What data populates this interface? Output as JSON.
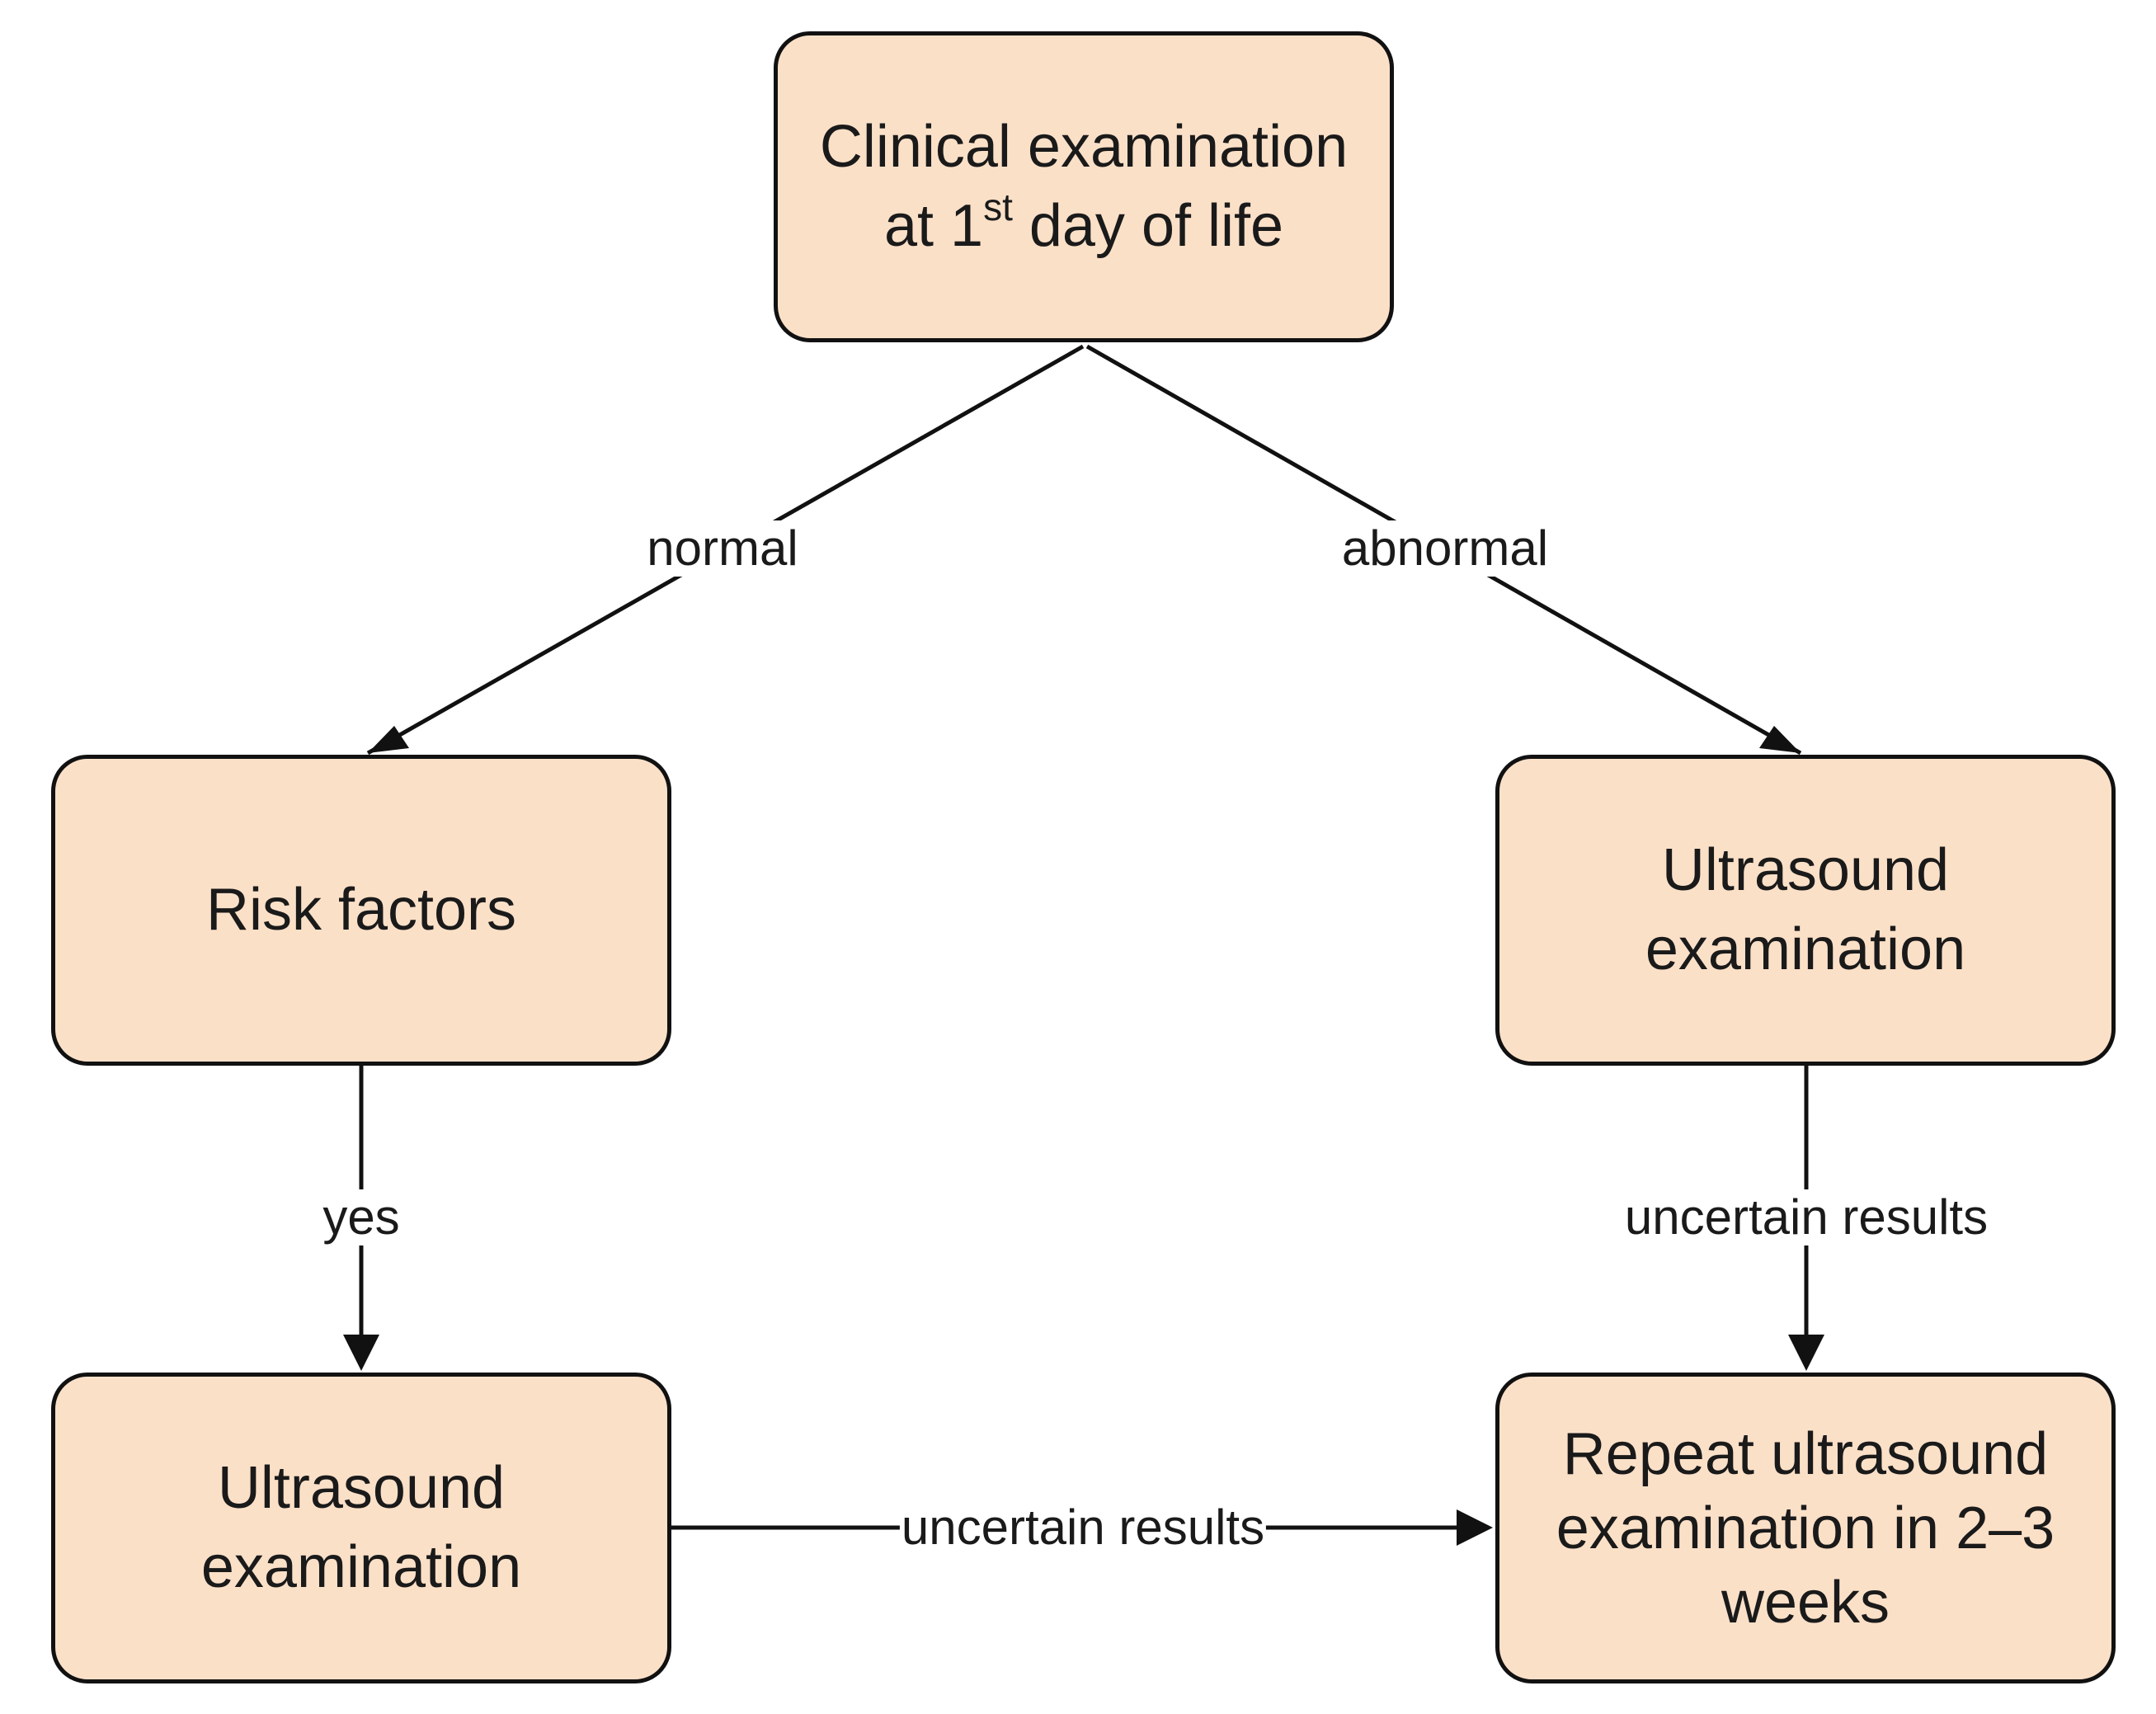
{
  "nodes": {
    "start": {
      "line1": "Clinical examination",
      "line2_prefix": "at 1",
      "line2_sup": "st",
      "line2_suffix": " day of life"
    },
    "risk": {
      "label": "Risk factors"
    },
    "us_right": {
      "line1": "Ultrasound",
      "line2": "examination"
    },
    "us_left": {
      "line1": "Ultrasound",
      "line2": "examination"
    },
    "repeat": {
      "line1": "Repeat ultrasound",
      "line2": "examination in 2–3",
      "line3": "weeks"
    }
  },
  "edges": {
    "normal": "normal",
    "abnormal": "abnormal",
    "yes": "yes",
    "uncertain_right": "uncertain results",
    "uncertain_bottom": "uncertain results"
  },
  "colors": {
    "node_fill": "#fbe0c8",
    "stroke": "#111111"
  }
}
